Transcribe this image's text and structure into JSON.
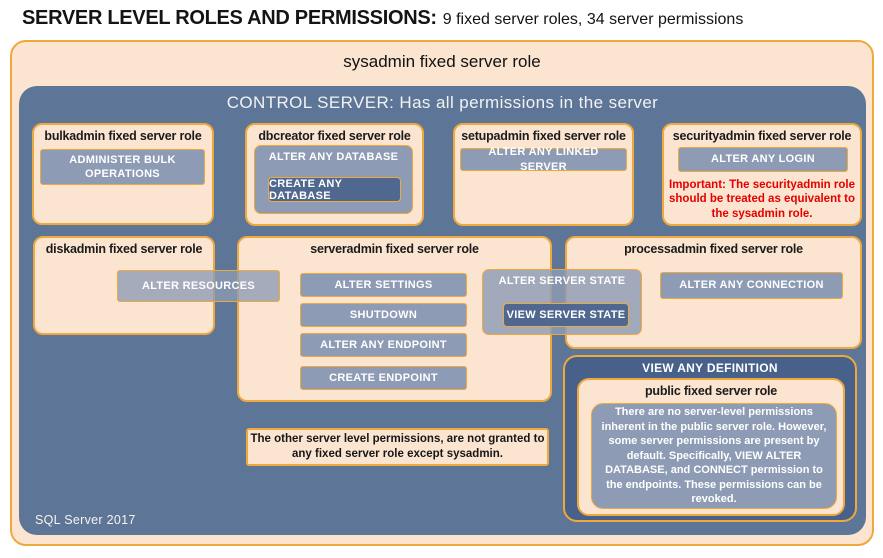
{
  "page_title": {
    "bold": "SERVER LEVEL ROLES AND PERMISSIONS:",
    "normal": "9 fixed server roles, 34 server permissions"
  },
  "sysadmin": {
    "title": "sysadmin fixed server role",
    "control_server_title": "CONTROL SERVER: Has all permissions in the server",
    "footer": "SQL Server 2017"
  },
  "roles": {
    "bulkadmin": {
      "title": "bulkadmin fixed server role",
      "permission": "ADMINISTER BULK OPERATIONS"
    },
    "dbcreator": {
      "title": "dbcreator fixed server role",
      "permission_outer": "ALTER ANY DATABASE",
      "permission_inner": "CREATE ANY DATABASE"
    },
    "setupadmin": {
      "title": "setupadmin fixed server role",
      "permission": "ALTER ANY LINKED SERVER"
    },
    "securityadmin": {
      "title": "securityadmin fixed server role",
      "permission": "ALTER ANY LOGIN",
      "warning": "Important: The securityadmin role should be treated as equivalent to the sysadmin role."
    },
    "diskadmin": {
      "title": "diskadmin fixed server role",
      "permission": "ALTER RESOURCES"
    },
    "serveradmin": {
      "title": "serveradmin fixed server role",
      "permissions": [
        "ALTER SETTINGS",
        "SHUTDOWN",
        "ALTER ANY ENDPOINT",
        "CREATE ENDPOINT"
      ]
    },
    "shared_state": {
      "permission_outer": "ALTER SERVER STATE",
      "permission_inner": "VIEW SERVER STATE"
    },
    "processadmin": {
      "title": "processadmin fixed server role",
      "permission": "ALTER ANY CONNECTION"
    },
    "public": {
      "permission_outer": "VIEW ANY DEFINITION",
      "title": "public fixed server role",
      "note": "There are no server-level permissions inherent in the public server role. However, some server permissions are present by default. Specifically, VIEW ALTER DATABASE, and CONNECT permission to the endpoints. These permissions can be revoked."
    }
  },
  "notes": {
    "other_permissions": "The other server level permissions, are not granted to any fixed server role except sysadmin."
  },
  "colors": {
    "peach": "#fbe5d1",
    "gold": "#efa83c",
    "slate": "#5d7597",
    "slate_light": "#8d9bb5",
    "slate_dark": "#47618b",
    "slate_deep": "#50688f",
    "red": "#e60000"
  }
}
